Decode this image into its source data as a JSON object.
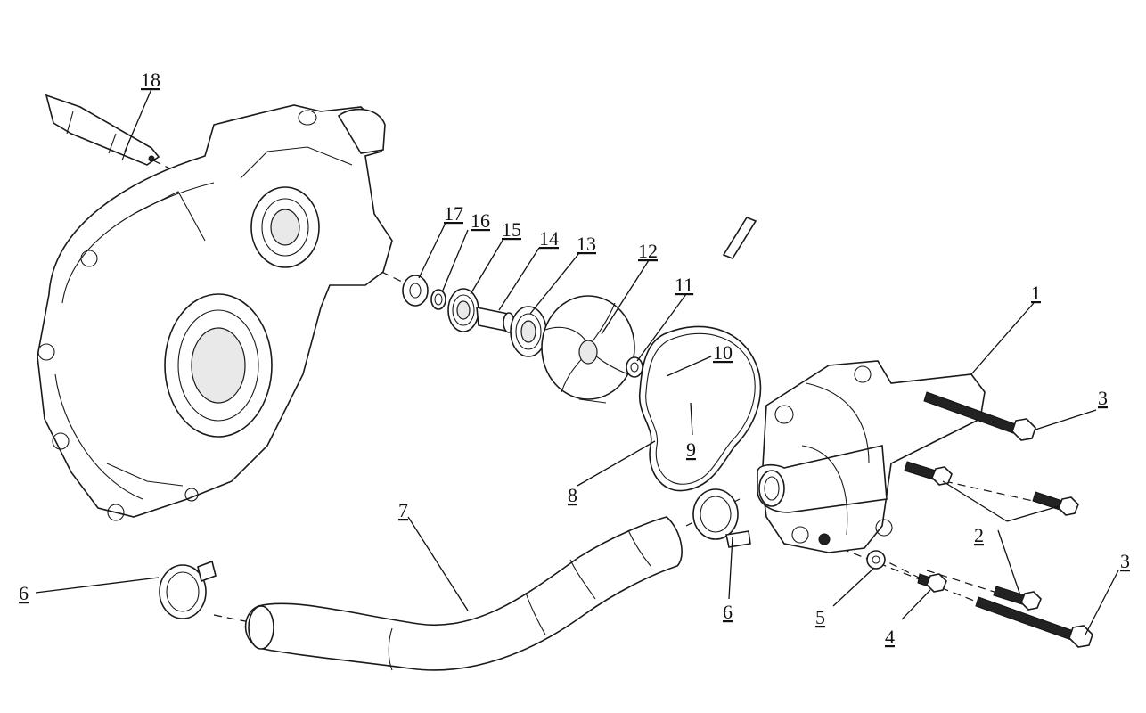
{
  "diagram": {
    "type": "exploded-parts-view",
    "callouts": {
      "p1": "1",
      "p2": "2",
      "p3a": "3",
      "p3b": "3",
      "p4": "4",
      "p5": "5",
      "p6a": "6",
      "p6b": "6",
      "p7": "7",
      "p8": "8",
      "p9": "9",
      "p10": "10",
      "p11": "11",
      "p12": "12",
      "p13": "13",
      "p14": "14",
      "p15": "15",
      "p16": "16",
      "p17": "17",
      "p18": "18"
    }
  }
}
